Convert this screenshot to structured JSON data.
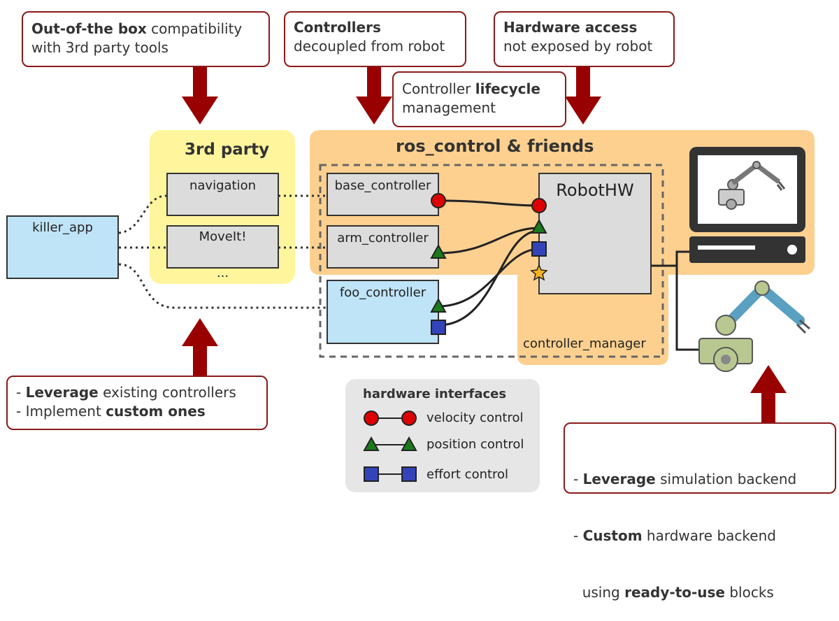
{
  "callouts": {
    "compat": {
      "bold": "Out-of-the box",
      "rest": " compatibility",
      "line2": "with 3rd party tools"
    },
    "controllers": {
      "bold": "Controllers",
      "line2": "decoupled from robot"
    },
    "hardware": {
      "bold": "Hardware access",
      "line2": "not exposed by robot"
    },
    "lifecycle": {
      "pre": "Controller ",
      "bold": "lifecycle",
      "line2": "management"
    },
    "leverage_ctrl": {
      "l1_pre": "- ",
      "l1_bold": "Leverage",
      "l1_rest": " existing controllers",
      "l2_pre": "- Implement ",
      "l2_bold": "custom ones"
    },
    "backend": {
      "l1_pre": "- ",
      "l1_bold": "Leverage",
      "l1_rest": " simulation backend",
      "l2_pre": "- ",
      "l2_bold": "Custom",
      "l2_rest": " hardware backend",
      "l3_pre": "  using ",
      "l3_bold": "ready-to-use",
      "l3_rest": " blocks"
    }
  },
  "groups": {
    "third_party": "3rd party",
    "ros_control": "ros_control & friends",
    "controller_manager": "controller_manager"
  },
  "boxes": {
    "killer_app": "killer_app",
    "navigation": "navigation",
    "moveit": "MoveIt!",
    "ellipsis": "...",
    "base_controller": "base_controller",
    "arm_controller": "arm_controller",
    "foo_controller": "foo_controller",
    "robothw": "RobotHW"
  },
  "legend": {
    "title": "hardware interfaces",
    "items": [
      {
        "shape": "circle",
        "color": "#dd0000",
        "label": "velocity control"
      },
      {
        "shape": "triangle",
        "color": "#1a7a1a",
        "label": "position control"
      },
      {
        "shape": "square",
        "color": "#3344bb",
        "label": "effort control"
      }
    ]
  },
  "colors": {
    "arrow": "#990000",
    "third_party_bg": "#fff59d",
    "ros_control_bg": "#fdd08f",
    "box_gray": "#dcdcdc",
    "box_blue": "#bfe3f7",
    "legend_bg": "#e6e6e6",
    "star": "#f5b324",
    "robot_arm": "#5aa0c0",
    "robot_base": "#b8c890"
  }
}
